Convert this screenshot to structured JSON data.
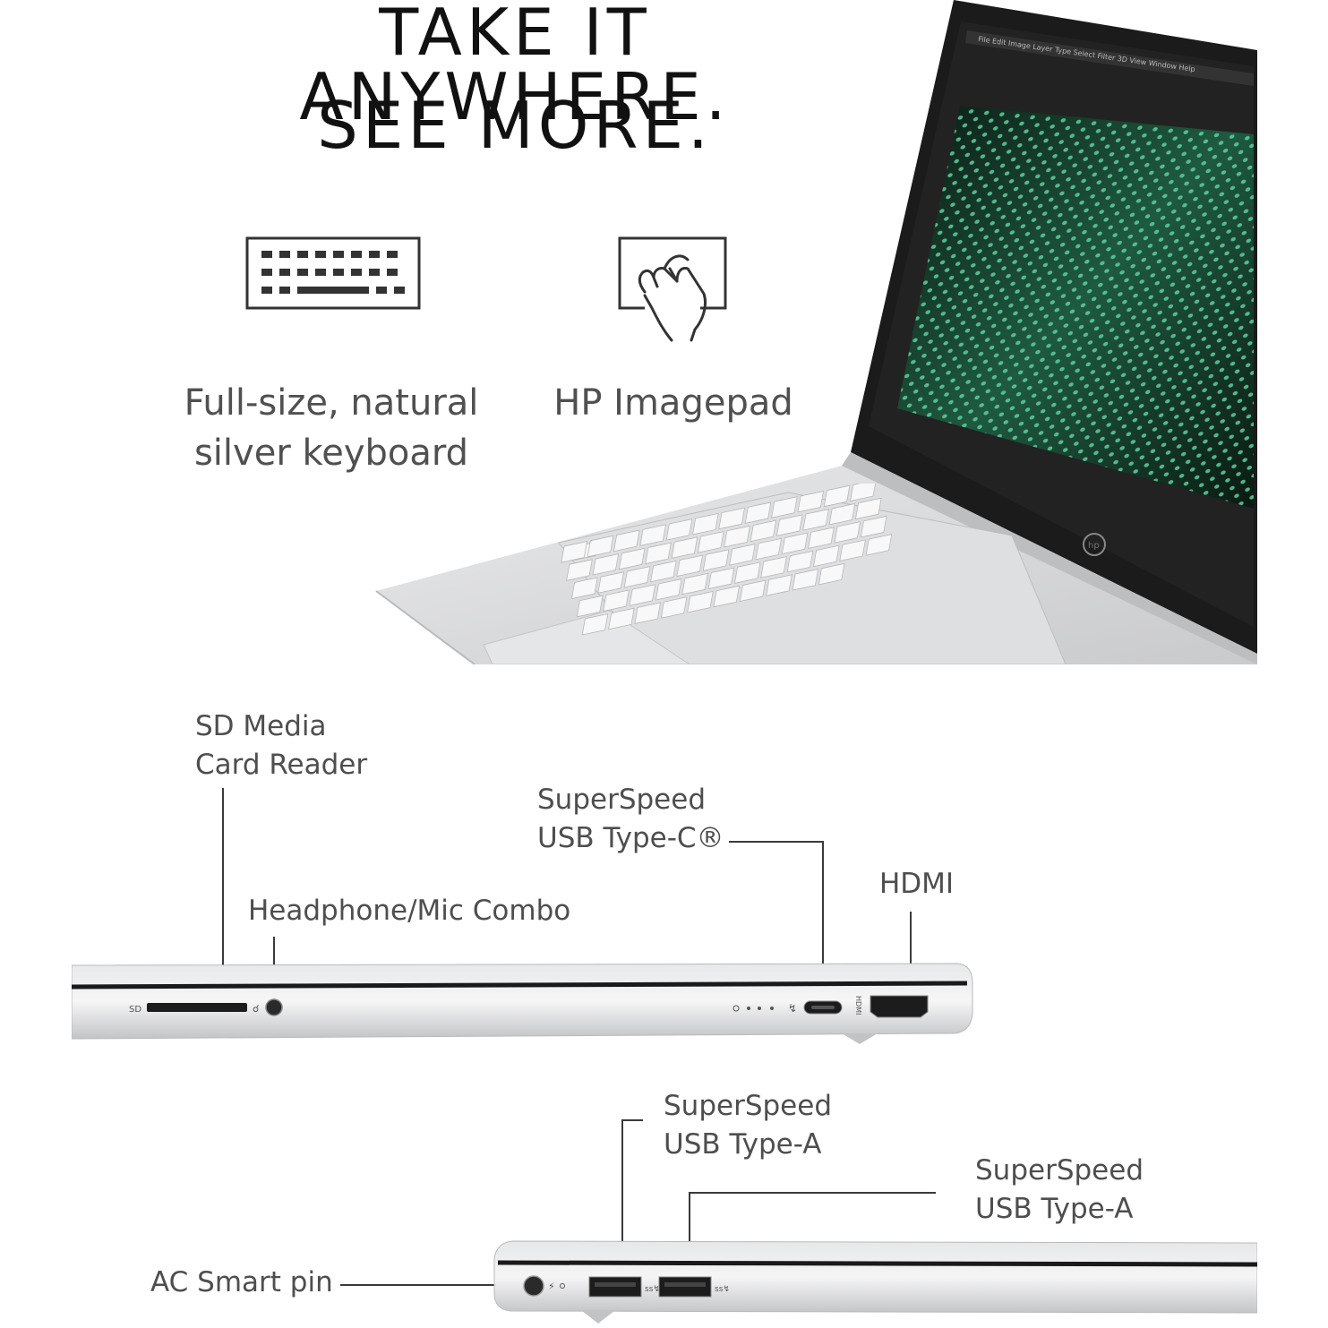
{
  "headline": {
    "line1": "TAKE IT ANYWHERE.",
    "line2": "SEE MORE."
  },
  "features": [
    {
      "icon": "keyboard-icon",
      "line1": "Full-size, natural",
      "line2": "silver keyboard"
    },
    {
      "icon": "touchpad-gesture-icon",
      "line1": "HP Imagepad"
    }
  ],
  "ports_left_side": {
    "sd_reader": {
      "line1": "SD Media",
      "line2": "Card Reader",
      "port_marking": "SD"
    },
    "headphone": {
      "line1": "Headphone/Mic Combo"
    },
    "usb_c": {
      "line1": "SuperSpeed",
      "line2": "USB Type-C®"
    },
    "hdmi": {
      "line1": "HDMI"
    }
  },
  "ports_right_side": {
    "usb_a_1": {
      "line1": "SuperSpeed",
      "line2": "USB Type-A"
    },
    "usb_a_2": {
      "line1": "SuperSpeed",
      "line2": "USB Type-A"
    },
    "ac_pin": {
      "line1": "AC Smart pin"
    }
  },
  "laptop_screen": {
    "menu_items": [
      "File",
      "Edit",
      "Image",
      "Layer",
      "Type",
      "Select",
      "Filter",
      "3D",
      "View",
      "Window",
      "Help"
    ]
  },
  "colors": {
    "silver": "#cfd0d2",
    "dark_text": "#111111",
    "label_text": "#4e4e4e",
    "screen_green": "#2e8a63"
  }
}
